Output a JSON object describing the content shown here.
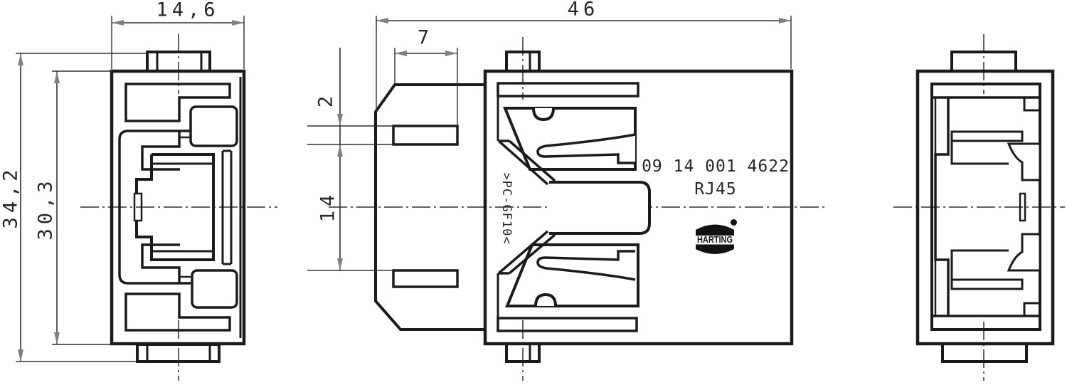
{
  "drawing": {
    "dimensions": {
      "left_view_width": "14,6",
      "overall_length": "46",
      "latch_width": "7",
      "latch_thickness": "2",
      "latch_spacing": "14",
      "overall_height": "34,2",
      "body_height": "30,3"
    },
    "markings": {
      "part_number": "09 14 001 4622",
      "connector_type": "RJ45",
      "material": ">PC-GF10<",
      "logo": "HARTING"
    },
    "colors": {
      "line": "#1b1b1b",
      "dimension_line": "#2e2e2e",
      "arrowhead": "#7f7f7f",
      "background": "#ffffff"
    }
  }
}
